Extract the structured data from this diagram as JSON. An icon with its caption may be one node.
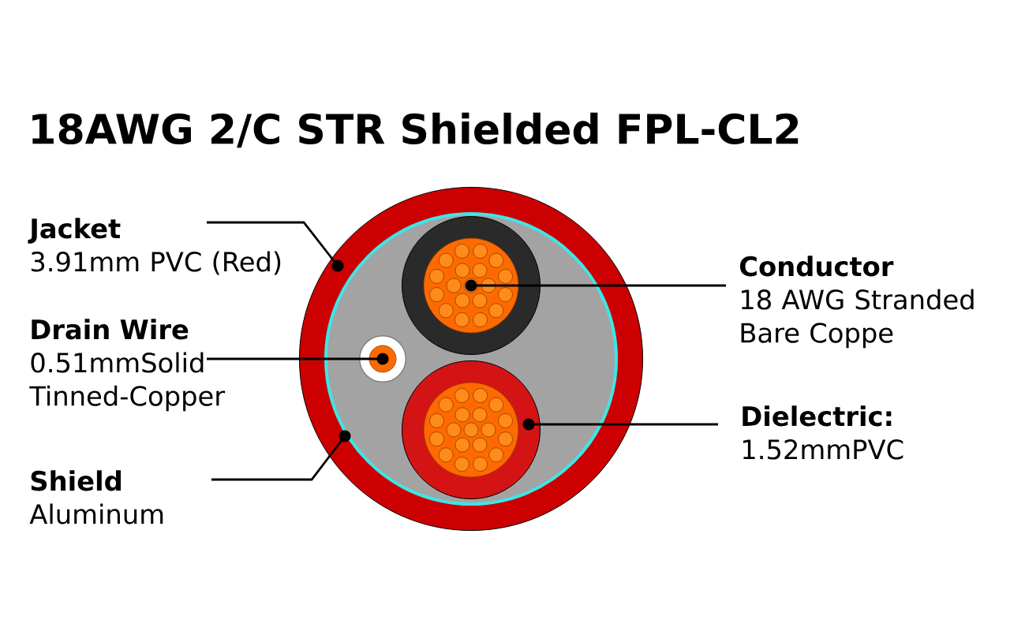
{
  "diagram": {
    "title": "18AWG 2/C STR Shielded FPL-CL2",
    "nodes": [
      {
        "text": [
          "Jacket",
          "3.91mm PVC (Red)"
        ]
      },
      {
        "text": [
          "Conductor",
          "18 AWG Stranded Bare Coppe"
        ]
      },
      {
        "text": [
          "Drain Wire",
          "0.51mmSolid Tinned-Copper"
        ]
      },
      {
        "text": [
          "Dielectric:",
          "1.52mmPVC"
        ]
      },
      {
        "text": [
          "Shield",
          "Aluminum"
        ]
      },
      {
        "text": [],
        "shape": "circle"
      },
      {
        "text": [],
        "shape": "circle",
        "in": 5
      },
      {
        "text": [],
        "shape": "circle",
        "in": 6
      },
      {
        "text": [],
        "shape": "circle",
        "in": 6
      },
      {
        "text": [],
        "shape": "circle",
        "in": 6
      }
    ],
    "edges": [
      {
        "from": 0,
        "to": 5,
        "arrow": "other"
      },
      {
        "from": 1,
        "to": 7,
        "arrow": "other"
      },
      {
        "from": 2,
        "to": 8,
        "arrow": "other"
      },
      {
        "from": 3,
        "to": 9,
        "arrow": "other"
      },
      {
        "from": 4,
        "to": 6,
        "arrow": "other"
      }
    ]
  }
}
